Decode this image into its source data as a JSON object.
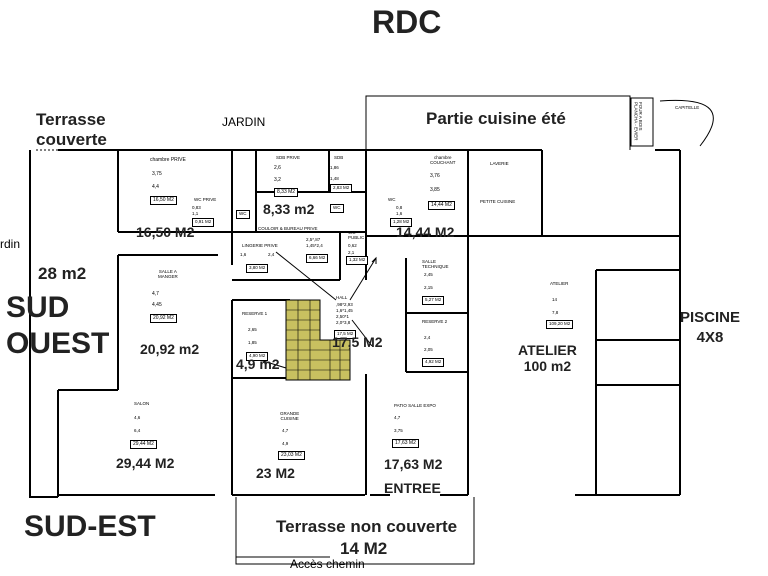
{
  "title": "RDC",
  "exterior": {
    "jardin": "JARDIN",
    "jardin_left": "rdin",
    "terrasse_couverte": "Terrasse\ncouverte",
    "terrasse_couverte_area": "28 m2",
    "sud_ouest": "SUD\nOUEST",
    "sud_est": "SUD-EST",
    "partie_cuisine": "Partie cuisine été",
    "four": "FOUR A BOIS\nPLANCHA - EVIER",
    "capitelle": "CAPITELLE",
    "piscine": "PISCINE\n4X8",
    "terrasse_non_couverte": "Terrasse  non couverte",
    "terrasse_non_couverte_area": "14 M2",
    "acces": "Accès chemin",
    "entree": "ENTREE"
  },
  "rooms": {
    "chambre_prive": {
      "name": "chambre PRIVE",
      "d1": "3,75",
      "d2": "4,4",
      "box": "16,50",
      "unit": "M2",
      "area": "16,50 M2"
    },
    "sdb_prive": {
      "name": "SDB PRIVE",
      "d1": "2,6",
      "d2": "3,2",
      "box": "8,33",
      "unit": "M2",
      "area": "8,33 m2"
    },
    "sdb": {
      "name": "SDB",
      "d1": "1,86",
      "d2": "1,48",
      "box": "2,83",
      "unit": "M2"
    },
    "wc_prive": {
      "name": "WC PRIVE",
      "d1": "0,83",
      "d2": "1,1",
      "box": "0,91",
      "unit": "M2",
      "wc": "WC"
    },
    "wc_mid": {
      "name": "WC"
    },
    "wc_right": {
      "name": "WC",
      "d1": "0,8",
      "d2": "1,6",
      "box": "1,28",
      "unit": "M2"
    },
    "chambre_couchant": {
      "name": "chambre\nCOUCHANT",
      "d1": "3,76",
      "d2": "3,85",
      "box": "14,44",
      "unit": "M2",
      "area": "14,44 M2"
    },
    "laverie": {
      "name": "LAVERIE"
    },
    "petite_cuisine": {
      "name": "PETITE CUISINE"
    },
    "couloir": {
      "name": "COULOIR & BUREAU PRIVE",
      "d1": "2,5*,87",
      "d2": "1,45*2,4",
      "box": "6,66",
      "unit": "M2"
    },
    "lingerie": {
      "name": "LINGERIE PRIVE",
      "d1": "1,6",
      "d2": "2,4",
      "box": "3,80",
      "unit": "M2"
    },
    "wc_public": {
      "name": "WC\nPUBLIC",
      "d1": "0,62",
      "d2": "2,1",
      "box": "1,32",
      "unit": "M2"
    },
    "salle_a_manger": {
      "name": "SALLE A\nMANGER",
      "d1": "4,7",
      "d2": "4,45",
      "box": "20,92",
      "unit": "M2",
      "area": "20,92 m2"
    },
    "hall": {
      "name": "HALL",
      "dims": ",98*2,93\n1,6*1,45\n2,50*1\n2,0*3,8",
      "box": "17,5",
      "unit": "M2",
      "area": "17,5 M2"
    },
    "reserve1": {
      "name": "RESERVE 1",
      "d1": "2,65",
      "d2": "1,85",
      "box": "4,90",
      "unit": "M2",
      "area": "4,9 m2"
    },
    "salle_technique": {
      "name": "SALLE\nTECHNIQUE",
      "d1": "2,45",
      "d2": "2,15",
      "box": "5,27",
      "unit": "M2"
    },
    "reserve2": {
      "name": "RESERVE 2",
      "d1": "2,4",
      "d2": "2,05",
      "box": "4,92",
      "unit": "M2"
    },
    "atelier": {
      "name": "ATELIER",
      "d1": "14",
      "d2": "7,8",
      "box": "109,20",
      "unit": "M2",
      "area": "ATELIER\n100 m2"
    },
    "salon": {
      "name": "SALON",
      "d1": "4,6",
      "d2": "6,4",
      "box": "29,44",
      "unit": "M2",
      "area": "29,44 M2"
    },
    "grande_cuisine": {
      "name": "GRANDE\nCUISINE",
      "d1": "4,7",
      "d2": "4,9",
      "box": "23,03",
      "unit": "M2",
      "area": "23 M2"
    },
    "patio": {
      "name": "PATIO SALLE EXPO",
      "d1": "4,7",
      "d2": "3,75",
      "box": "17,63",
      "unit": "M2",
      "area": "17,63 M2"
    }
  }
}
